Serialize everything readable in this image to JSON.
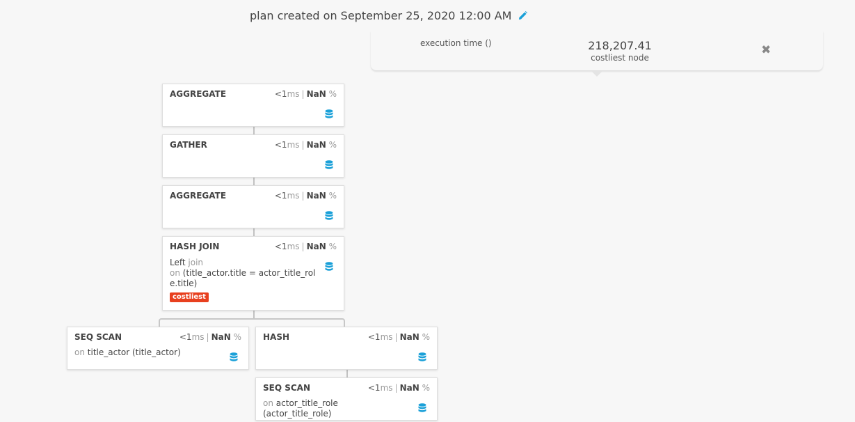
{
  "header": {
    "title": "plan created on September 25, 2020 12:00 AM",
    "edit_icon": "pencil-icon"
  },
  "summary": {
    "execution_label": "execution time ()",
    "cost_value": "218,207.41",
    "cost_label": "costliest node",
    "close_icon": "close-icon"
  },
  "nodes": [
    {
      "name": "AGGREGATE",
      "time_prefix": "<1",
      "time_unit": "ms",
      "percent": "NaN",
      "percent_unit": "%"
    },
    {
      "name": "GATHER",
      "time_prefix": "<1",
      "time_unit": "ms",
      "percent": "NaN",
      "percent_unit": "%"
    },
    {
      "name": "AGGREGATE",
      "time_prefix": "<1",
      "time_unit": "ms",
      "percent": "NaN",
      "percent_unit": "%"
    },
    {
      "name": "HASH JOIN",
      "time_prefix": "<1",
      "time_unit": "ms",
      "percent": "NaN",
      "percent_unit": "%",
      "join_type": "Left",
      "join_word": "join",
      "on_word": "on",
      "condition": "(title_actor.title = actor_title_role.title)",
      "badge": "costliest"
    },
    {
      "name": "SEQ SCAN",
      "time_prefix": "<1",
      "time_unit": "ms",
      "percent": "NaN",
      "percent_unit": "%",
      "on_word": "on",
      "relation": "title_actor (title_actor)"
    },
    {
      "name": "HASH",
      "time_prefix": "<1",
      "time_unit": "ms",
      "percent": "NaN",
      "percent_unit": "%"
    },
    {
      "name": "SEQ SCAN",
      "time_prefix": "<1",
      "time_unit": "ms",
      "percent": "NaN",
      "percent_unit": "%",
      "on_word": "on",
      "relation": "actor_title_role (actor_title_role)"
    }
  ],
  "colors": {
    "accent": "#1aa0d8",
    "costliest_badge": "#e8401f"
  }
}
